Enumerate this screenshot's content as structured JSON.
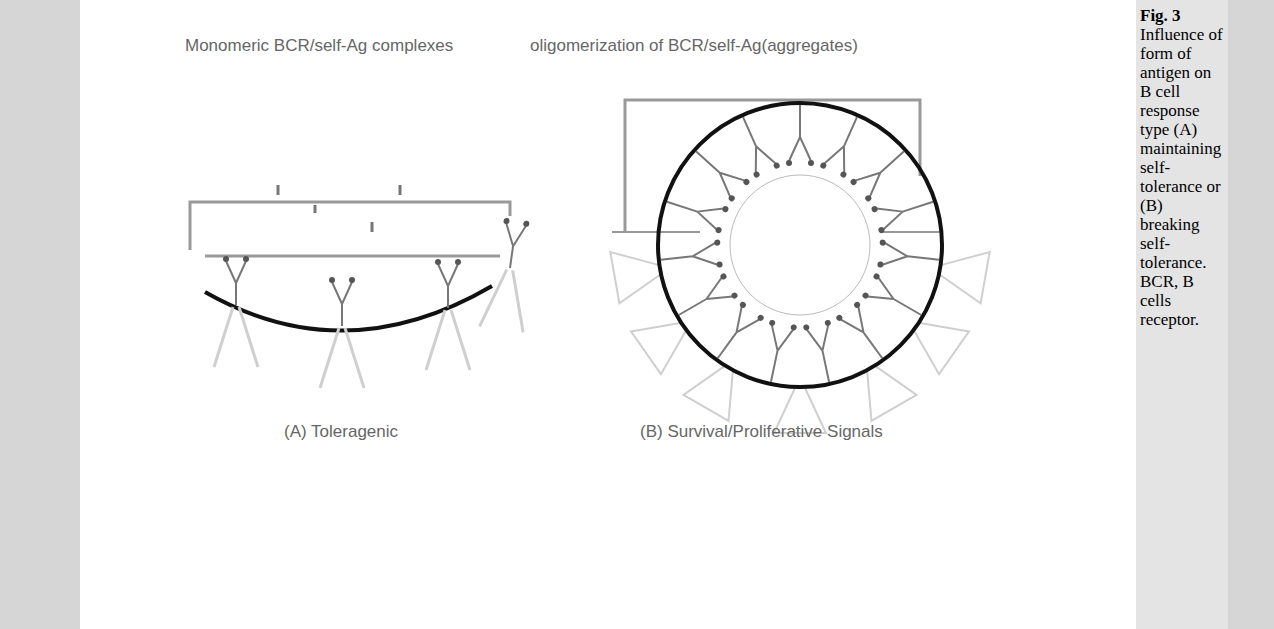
{
  "diagram": {
    "caption": "Influence of form of antigen on B cell response type (A) maintaining self-tolerance or (B) breaking self-tolerance. BCR, B cells receptor.",
    "labels": [
      "Monomeric BCR/self-Ag complexes",
      "oligomerization of BCR/self-Ag(aggregates)",
      "(A) Toleragenic",
      "(B) Survival/Proliferative Signals",
      "Fig. 3"
    ]
  }
}
